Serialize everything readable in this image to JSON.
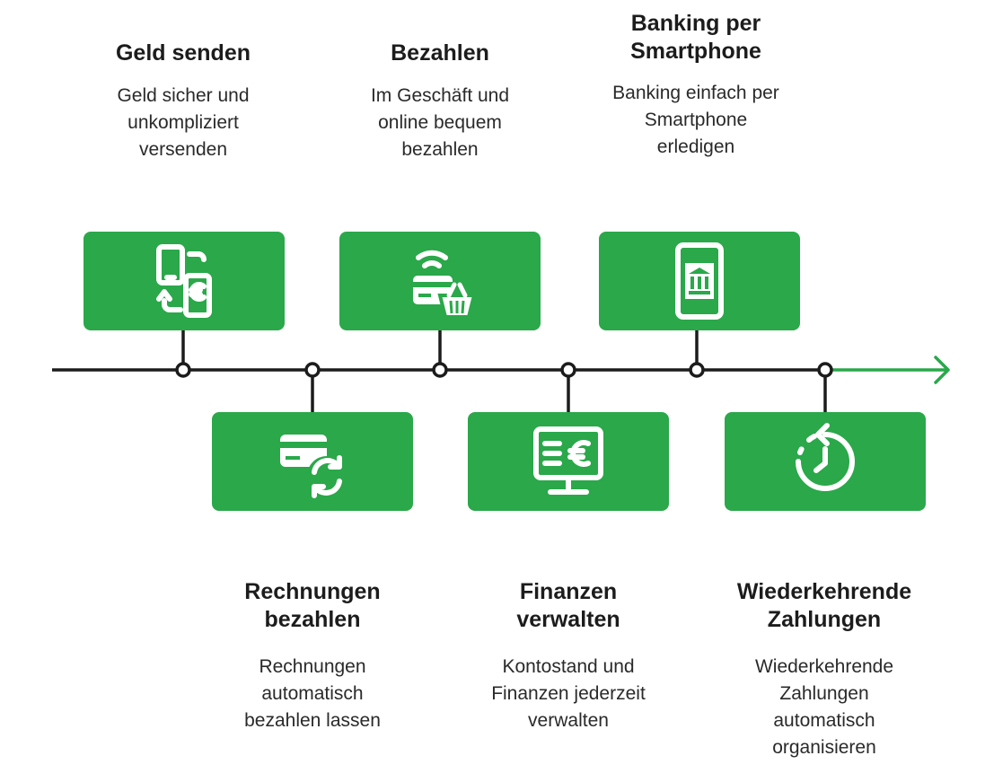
{
  "steps": [
    {
      "title": "Geld senden",
      "desc": "Geld sicher und unkompliziert versenden",
      "icon": "phone-euro-transfer-icon"
    },
    {
      "title": "Rechnungen bezahlen",
      "desc": "Rechnungen automatisch bezahlen lassen",
      "icon": "card-refresh-icon"
    },
    {
      "title": "Bezahlen",
      "desc": "Im Geschäft und online bequem bezahlen",
      "icon": "contactless-card-basket-icon"
    },
    {
      "title": "Finanzen verwalten",
      "desc": "Kontostand und Finanzen jederzeit verwalten",
      "icon": "monitor-euro-icon"
    },
    {
      "title": "Banking per Smartphone",
      "desc": "Banking einfach per Smartphone erledigen",
      "icon": "smartphone-bank-icon"
    },
    {
      "title": "Wiederkehrende Zahlungen",
      "desc": "Wiederkehrende Zahlungen automatisch organisieren",
      "icon": "recurring-clock-icon"
    }
  ],
  "colors": {
    "accent": "#2aa84a",
    "line": "#1c1c1c",
    "card_icon": "#ffffff"
  }
}
